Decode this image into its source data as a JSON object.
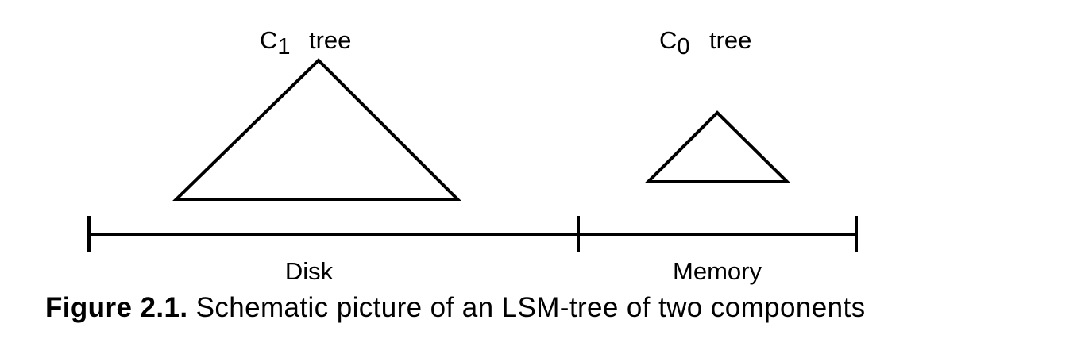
{
  "diagram": {
    "c1_tree": {
      "main": "C",
      "subscript": "1",
      "suffix": "tree"
    },
    "c0_tree": {
      "main": "C",
      "subscript": "0",
      "suffix": "tree"
    },
    "disk_label": "Disk",
    "memory_label": "Memory"
  },
  "caption": {
    "number": "Figure 2.1.",
    "text": "Schematic picture of an LSM-tree of two components"
  }
}
